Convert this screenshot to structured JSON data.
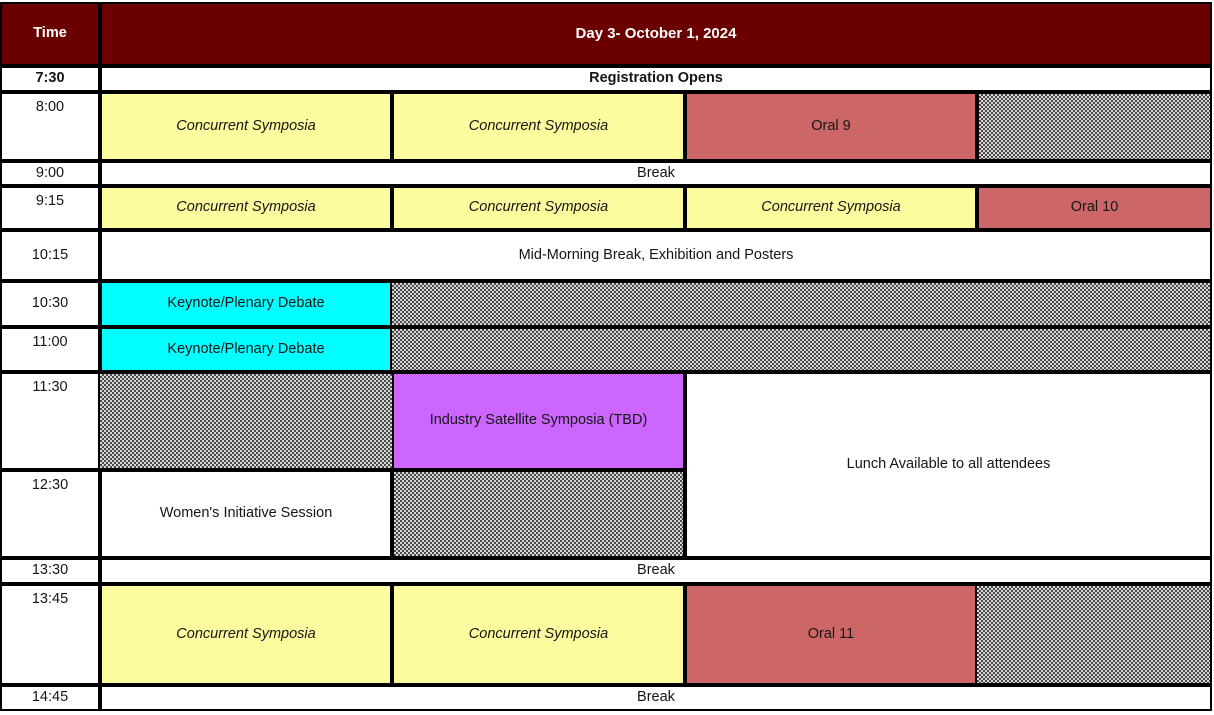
{
  "header": {
    "time_column_label": "Time",
    "day_title": "Day 3- October 1, 2024"
  },
  "colors": {
    "header_bg": "#6B0000",
    "header_text": "#FFFFFF",
    "symposia_yellow": "#FCFC9E",
    "oral_red": "#CD6767",
    "keynote_cyan": "#00FFFF",
    "industry_purple": "#CC66FF",
    "blocked_hatch_dark": "#4A4A4A",
    "blocked_hatch_light": "#D6D6D6",
    "plain_white": "#FFFFFF",
    "grid_line": "#000000"
  },
  "times": {
    "t0730": "7:30",
    "t0800": "8:00",
    "t0900": "9:00",
    "t0915": "9:15",
    "t1015": "10:15",
    "t1030": "10:30",
    "t1100": "11:00",
    "t1130": "11:30",
    "t1230": "12:30",
    "t1330": "13:30",
    "t1345": "13:45",
    "t1445": "14:45"
  },
  "sessions": {
    "registration": "Registration Opens",
    "symposia_0800_a": "Concurrent Symposia",
    "symposia_0800_b": "Concurrent Symposia",
    "oral_9": "Oral 9",
    "break_0900": "Break",
    "symposia_0915_a": "Concurrent Symposia",
    "symposia_0915_b": "Concurrent Symposia",
    "symposia_0915_c": "Concurrent Symposia",
    "oral_10": "Oral 10",
    "mid_morning_break": "Mid-Morning Break, Exhibition and Posters",
    "keynote_1030": "Keynote/Plenary Debate",
    "keynote_1100": "Keynote/Plenary Debate",
    "industry_satellite": "Industry Satellite Symposia (TBD)",
    "lunch": "Lunch Available to all attendees",
    "womens_initiative": "Women's Initiative Session",
    "break_1330": "Break",
    "symposia_1345_a": "Concurrent Symposia",
    "symposia_1345_b": "Concurrent Symposia",
    "oral_11": "Oral 11",
    "break_1445": "Break"
  }
}
